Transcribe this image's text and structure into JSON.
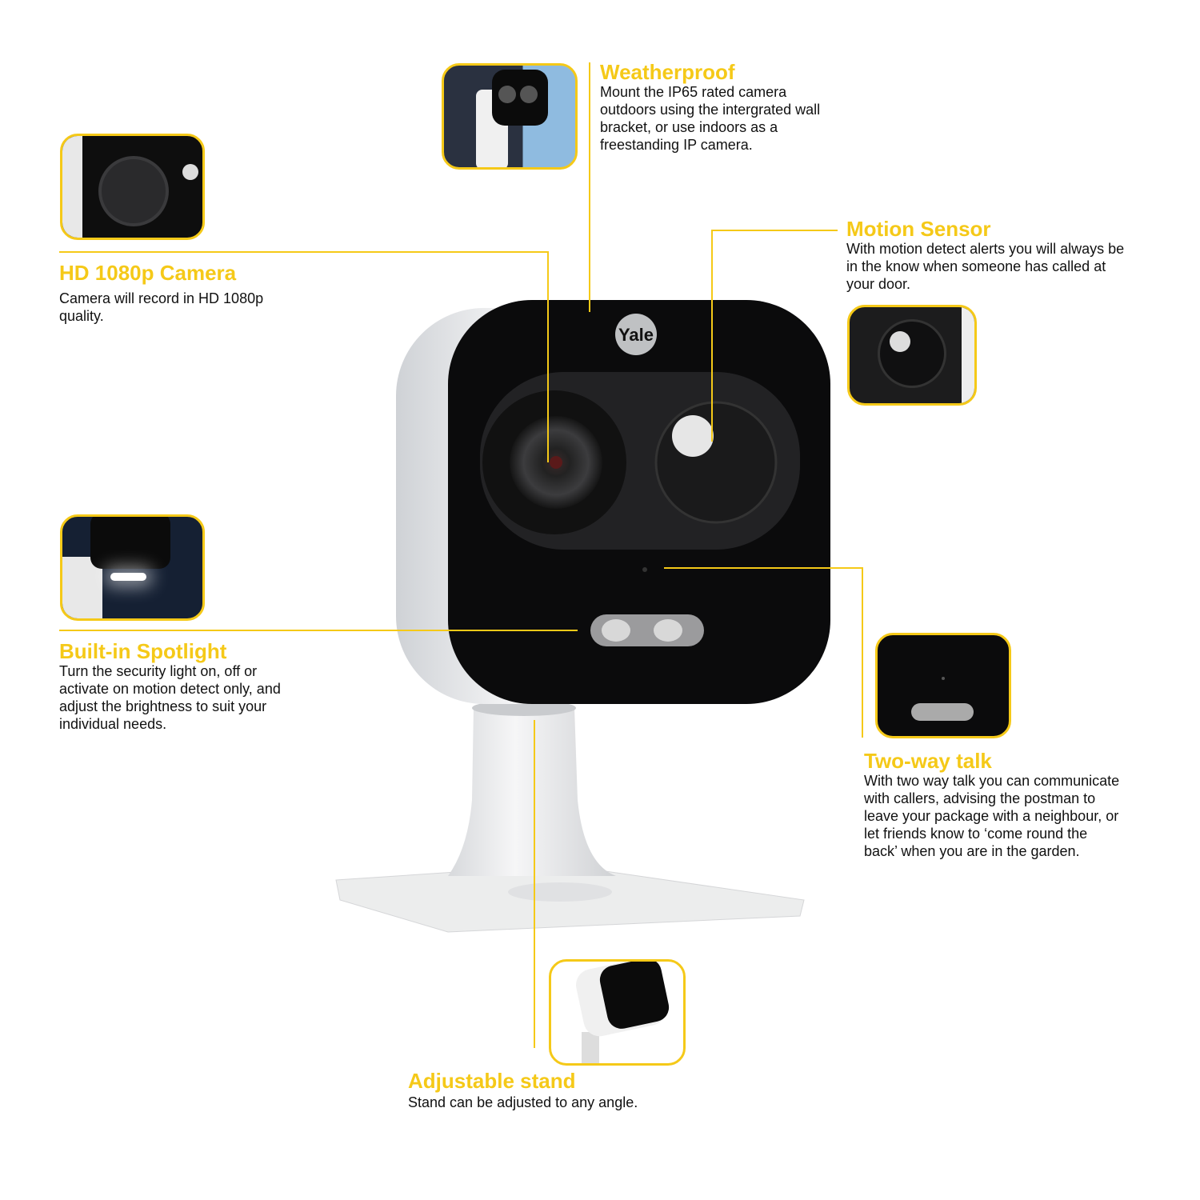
{
  "brand": {
    "logo_text": "Yale",
    "accent_color": "#f5c918"
  },
  "features": {
    "weatherproof": {
      "title": "Weatherproof",
      "lines": [
        "Mount the IP65 rated camera",
        "outdoors using the intergrated wall",
        "bracket, or use indoors as a",
        "freestanding IP camera."
      ]
    },
    "motion": {
      "title": "Motion Sensor",
      "lines": [
        "With motion detect alerts you will always be",
        "in the know when someone has called at",
        "your door."
      ]
    },
    "hd": {
      "title": "HD 1080p Camera",
      "lines": [
        "Camera will record in HD 1080p",
        "quality."
      ]
    },
    "spotlight": {
      "title": "Built-in Spotlight",
      "lines": [
        "Turn the security light on, off or",
        "activate on motion detect only, and",
        "adjust the brightness to suit your",
        "individual needs."
      ]
    },
    "twoway": {
      "title": "Two-way talk",
      "lines": [
        "With two way talk you can communicate",
        "with callers, advising the postman to",
        "leave your package with a neighbour, or",
        "let friends know to ‘come round the",
        "back’ when you are in the garden."
      ]
    },
    "stand": {
      "title": "Adjustable stand",
      "lines": [
        "Stand can be adjusted to any angle."
      ]
    }
  }
}
